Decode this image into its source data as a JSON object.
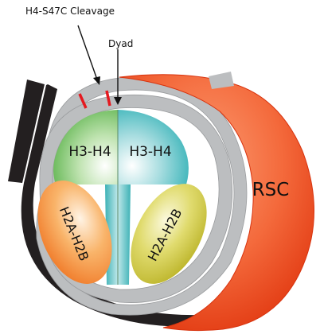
{
  "annotations": {
    "cleavage": "H4-S47C Cleavage",
    "dyad": "Dyad"
  },
  "complexes": {
    "h3h4_left": "H3-H4",
    "h3h4_right": "H3-H4",
    "h2a_left": "H2A-H2B",
    "h2a_right": "H2A-H2B",
    "remodeler": "RSC"
  },
  "colors": {
    "rsc_light": "#f87a4a",
    "rsc_dark": "#e63c14",
    "h3h4_green": "#66b850",
    "h3h4_cyan": "#38b4b8",
    "h2a_orange": "#f37d27",
    "h2a_olive": "#c9c22e",
    "dna_gray": "#bcbec0",
    "dna_black": "#231f20",
    "cleavage_red": "#e5191f"
  }
}
